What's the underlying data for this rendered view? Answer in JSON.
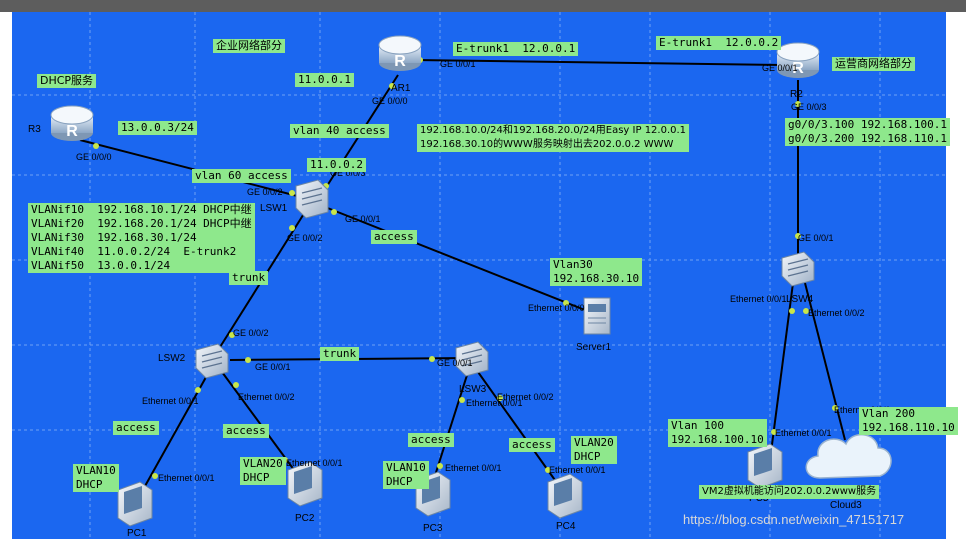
{
  "section_titles": {
    "enterprise": "企业网络部分",
    "isp": "运营商网络部分",
    "dhcp": "DHCP服务"
  },
  "devices": {
    "ar1": "AR1",
    "r2": "R2",
    "r3": "R3",
    "lsw1": "LSW1",
    "lsw2": "LSW2",
    "lsw3": "LSW3",
    "lsw4": "LSW4",
    "server1": "Server1",
    "pc1": "PC1",
    "pc2": "PC2",
    "pc3": "PC3",
    "pc4": "PC4",
    "pc5": "PC5",
    "cloud3": "Cloud3"
  },
  "ports": {
    "ar1_g001": "GE 0/0/1",
    "ar1_g000": "GE 0/0/0",
    "r2_g001": "GE 0/0/1",
    "r2_g003": "GE 0/0/3",
    "r3_g000": "GE 0/0/0",
    "lsw1_g002_top": "GE 0/0/2",
    "lsw1_g003": "GE 0/0/3",
    "lsw1_g001": "GE 0/0/1",
    "lsw1_g002": "GE 0/0/2",
    "lsw2_g002": "GE 0/0/2",
    "lsw2_g001": "GE 0/0/1",
    "lsw2_e001": "Ethernet 0/0/1",
    "lsw2_e002": "Ethernet 0/0/2",
    "lsw3_g001": "GE 0/0/1",
    "lsw3_e001": "Ethernet 0/0/1",
    "lsw3_e002": "Ethernet 0/0/2",
    "lsw4_g001": "GE 0/0/1",
    "lsw4_e001": "Ethernet 0/0/1",
    "lsw4_e002": "Ethernet 0/0/2",
    "server_e000": "Ethernet 0/0/0",
    "pc1_e001": "Ethernet 0/0/1",
    "pc2_e001": "Ethernet 0/0/1",
    "pc3_e001": "Ethernet 0/0/1",
    "pc4_e001": "Ethernet 0/0/1",
    "pc5_e001": "Ethernet 0/0/1",
    "cloud_e001": "Ethernet 0/0/1"
  },
  "labels": {
    "etrunk_ar1": "E-trunk1  12.0.0.1",
    "etrunk_r2": "E-trunk1  12.0.0.2",
    "ar1_ip": "11.0.0.1",
    "vlan40": "vlan 40 access",
    "lsw1_ip": "11.0.0.2",
    "vlan60": "vlan 60 access",
    "r3_ip": "13.0.0.3/24",
    "nat_line1": "192.168.10.0/24和192.168.20.0/24用Easy IP 12.0.0.1",
    "nat_line2": "192.168.30.10的WWW服务映射出去202.0.0.2 WWW",
    "r2_sub1": "g0/0/3.100 192.168.100.1",
    "r2_sub2": "g0/0/3.200 192.168.110.1",
    "vlanif1": "VLANif10  192.168.10.1/24 DHCP中继",
    "vlanif2": "VLANif20  192.168.20.1/24 DHCP中继",
    "vlanif3": "VLANif30  192.168.30.1/24",
    "vlanif4": "VLANif40  11.0.0.2/24  E-trunk2",
    "vlanif5": "VLANif50  13.0.0.1/24",
    "access_lsw1_srv": "access",
    "trunk_lsw1_lsw2": "trunk",
    "server_vlan": "Vlan30",
    "server_ip": "192.168.30.10",
    "trunk_lsw2_lsw3": "trunk",
    "access_pc1": "access",
    "access_pc2": "access",
    "access_pc3": "access",
    "access_pc4": "access",
    "pc1_vlan": "VLAN10",
    "pc1_mode": "DHCP",
    "pc2_vlan": "VLAN20",
    "pc2_mode": "DHCP",
    "pc3_vlan": "VLAN10",
    "pc3_mode": "DHCP",
    "pc4_vlan": "VLAN20",
    "pc4_mode": "DHCP",
    "vlan100": "Vlan 100",
    "vlan100_ip": "192.168.100.10",
    "vlan200": "Vlan 200",
    "vlan200_ip": "192.168.110.10",
    "vm2": "VM2虚拟机能访问202.0.0.2www服务"
  },
  "watermark": "https://blog.csdn.net/weixin_47151717",
  "colors": {
    "canvas": "#1b67f0",
    "label_bg": "#8ee88c",
    "link": "#000000",
    "port_dot": "#c8e64a"
  }
}
